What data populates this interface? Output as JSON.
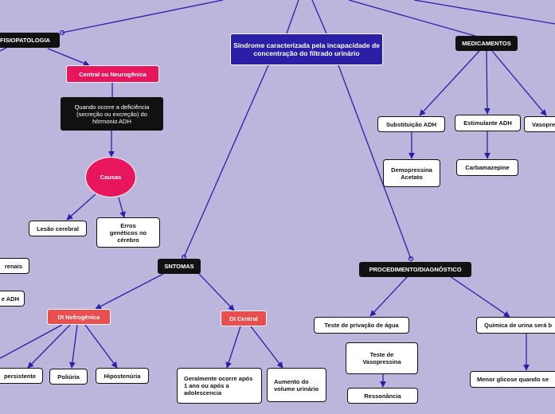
{
  "central": "Síndrome caracterizada pela incapacidade de concentração do filtrado urinário",
  "branches": {
    "fisiopatologia": {
      "title": "FISIOPATOLOGIA",
      "neuro": "Central ou Neurogênica",
      "neuro_desc": "Quando ocorre a deficiência (secreção ou excreção) do hôrmonio ADH",
      "causas": "Causas",
      "lesao": "Lesão cerebral",
      "erros": "Erros genéticos no cérebro",
      "renais": "renais",
      "adh": "e ADH"
    },
    "sintomas": {
      "title": "SNTOMAS",
      "nefro": "DI Nefrogênica",
      "central": "DI Central",
      "persistente": "persistente",
      "poliuria": "Poliúria",
      "hipostenuria": "Hipostenúria",
      "geralmente": "Geralmente ocorre após 1 ano ou após a adolescencia",
      "aumento": "Aumento do volume urinário"
    },
    "medicamentos": {
      "title": "MEDICAMENTOS",
      "substituicao": "Substituição ADH",
      "estimulante": "Estimulante ADH",
      "vasopressina": "Vasopre",
      "demopressina": "Demopressina Acetato",
      "carbamazepine": "Carbamazepine"
    },
    "procedimento": {
      "title": "PROCEDIMENTO/DIAGNÓSTICO",
      "privacao": "Teste de privação de água",
      "quimica": "Química de urina será b",
      "vasopressina_teste": "Teste de Vasopressina",
      "ressonancia": "Ressonância",
      "glicose": "Menor glicose quando se"
    }
  },
  "colors": {
    "background": "#bcb6dc",
    "connector": "#2b1fa8",
    "central": "#2b1fa8",
    "branch": "#111111",
    "neuro": "#e8175d",
    "di": "#e94f4f"
  }
}
